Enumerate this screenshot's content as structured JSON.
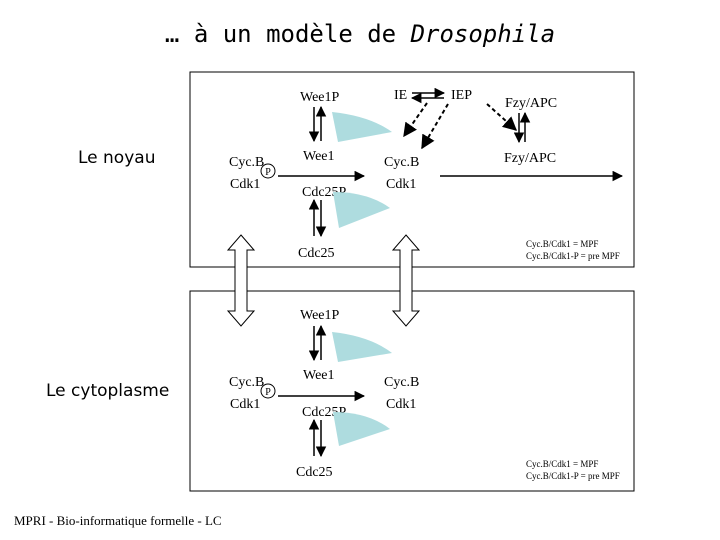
{
  "title": {
    "prefix": "… à un modèle de ",
    "emphasis": "Drosophila"
  },
  "labels": {
    "nucleus": "Le noyau",
    "cytoplasm": "Le cytoplasme"
  },
  "footer": "MPRI - Bio-informatique formelle - LC",
  "nucleus": {
    "wee1p": "Wee1P",
    "wee1": "Wee1",
    "cdc25p": "Cdc25P",
    "cdc25": "Cdc25",
    "cycb_p": "Cyc.B",
    "cdk1_p": "Cdk1",
    "phospho": "P",
    "cycb": "Cyc.B",
    "cdk1": "Cdk1",
    "ie": "IE",
    "iep": "IEP",
    "fzy_apc_top": "Fzy/APC",
    "fzy_apc": "Fzy/APC",
    "legend_mpf": "Cyc.B/Cdk1      = MPF",
    "legend_premp": "Cyc.B/Cdk1-P = pre MPF"
  },
  "cytoplasm": {
    "wee1p": "Wee1P",
    "wee1": "Wee1",
    "cdc25p": "Cdc25P",
    "cdc25": "Cdc25",
    "cycb_p": "Cyc.B",
    "cdk1_p": "Cdk1",
    "phospho": "P",
    "cycb": "Cyc.B",
    "cdk1": "Cdk1",
    "legend_mpf": "Cyc.B/Cdk1      = MPF",
    "legend_premp": "Cyc.B/Cdk1-P = pre MPF"
  },
  "colors": {
    "wedge": "#aedcdf",
    "line": "#000000"
  }
}
